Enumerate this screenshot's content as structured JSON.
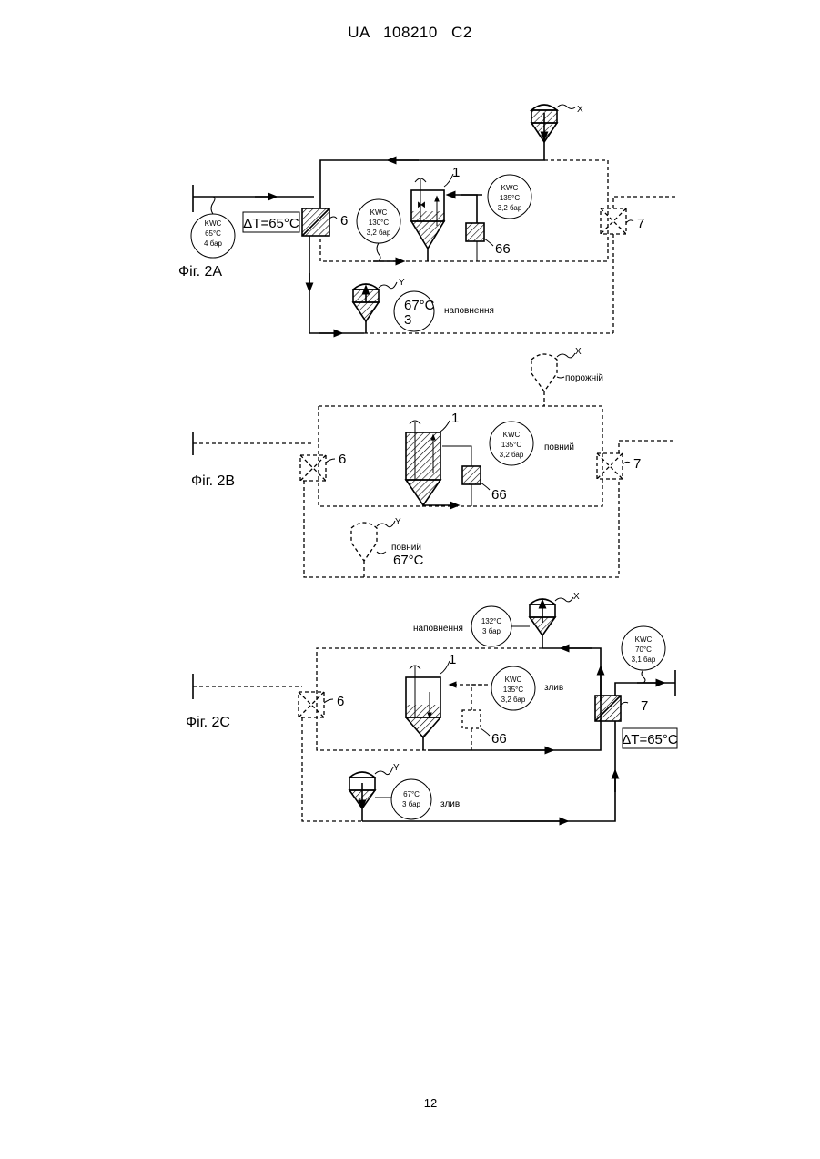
{
  "header": "UA 108210 C2",
  "page_number": "12",
  "figA": {
    "title": "Фіг. 2A",
    "source": {
      "l1": "KWC",
      "l2": "65°C",
      "l3": "4 бар"
    },
    "delta": "ΔT=65°C",
    "hx_mid": {
      "l1": "KWC",
      "l2": "130°C",
      "l3": "3,2 бар"
    },
    "hx_right": {
      "l1": "KWC",
      "l2": "135°C",
      "l3": "3,2 бар"
    },
    "tankY": {
      "l1": "67°C",
      "l2": "3"
    },
    "label_fill": "наповнення",
    "marks": {
      "x": "X",
      "y": "Y",
      "n1": "1",
      "n6": "6",
      "n7": "7",
      "n66": "66"
    }
  },
  "figB": {
    "title": "Фіг. 2B",
    "label_empty": "порожній",
    "hx_right": {
      "l1": "KWC",
      "l2": "135°C",
      "l3": "3,2 бар"
    },
    "label_full": "повний",
    "tankY_label": "повний",
    "tankY_temp": "67°C",
    "marks": {
      "x": "X",
      "y": "Y",
      "n1": "1",
      "n6": "6",
      "n7": "7",
      "n66": "66"
    }
  },
  "figC": {
    "title": "Фіг. 2C",
    "label_fill": "наповнення",
    "tankX": {
      "l1": "132°C",
      "l2": "3 бар"
    },
    "kwc_right": {
      "l1": "KWC",
      "l2": "70°C",
      "l3": "3,1 бар"
    },
    "hx_right": {
      "l1": "KWC",
      "l2": "135°C",
      "l3": "3,2 бар"
    },
    "label_drain": "злив",
    "tankY": {
      "l1": "67°C",
      "l2": "3 бар"
    },
    "label_drain2": "злив",
    "delta": "ΔT=65°C",
    "marks": {
      "x": "X",
      "y": "Y",
      "n1": "1",
      "n6": "6",
      "n7": "7",
      "n66": "66"
    }
  }
}
